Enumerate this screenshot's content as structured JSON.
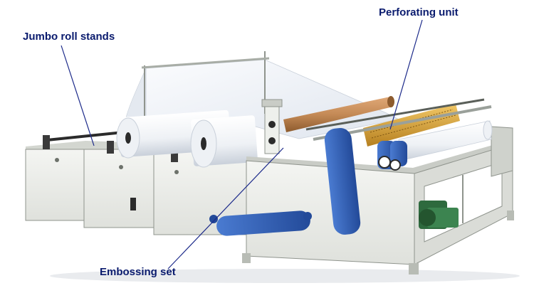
{
  "colors": {
    "label_text": "#0a1b6e",
    "leader_line": "#1c2a8a",
    "frame_light": "#eef0ec",
    "frame_shadow": "#c9ccc6",
    "frame_edge": "#8f948d",
    "roll_white": "#f7f8fa",
    "roll_shade": "#d6dbe2",
    "embossing_roller": "#c48a56",
    "perforating_roller": "#d9a43c",
    "cover_blue": "#2f5fb8",
    "motor_green": "#2e6a3e",
    "shaft_dark": "#2b2b2b"
  },
  "labels": {
    "jumbo_roll_stands": "Jumbo roll stands",
    "perforating_unit": "Perforating unit",
    "embossing_set": "Embossing set"
  }
}
